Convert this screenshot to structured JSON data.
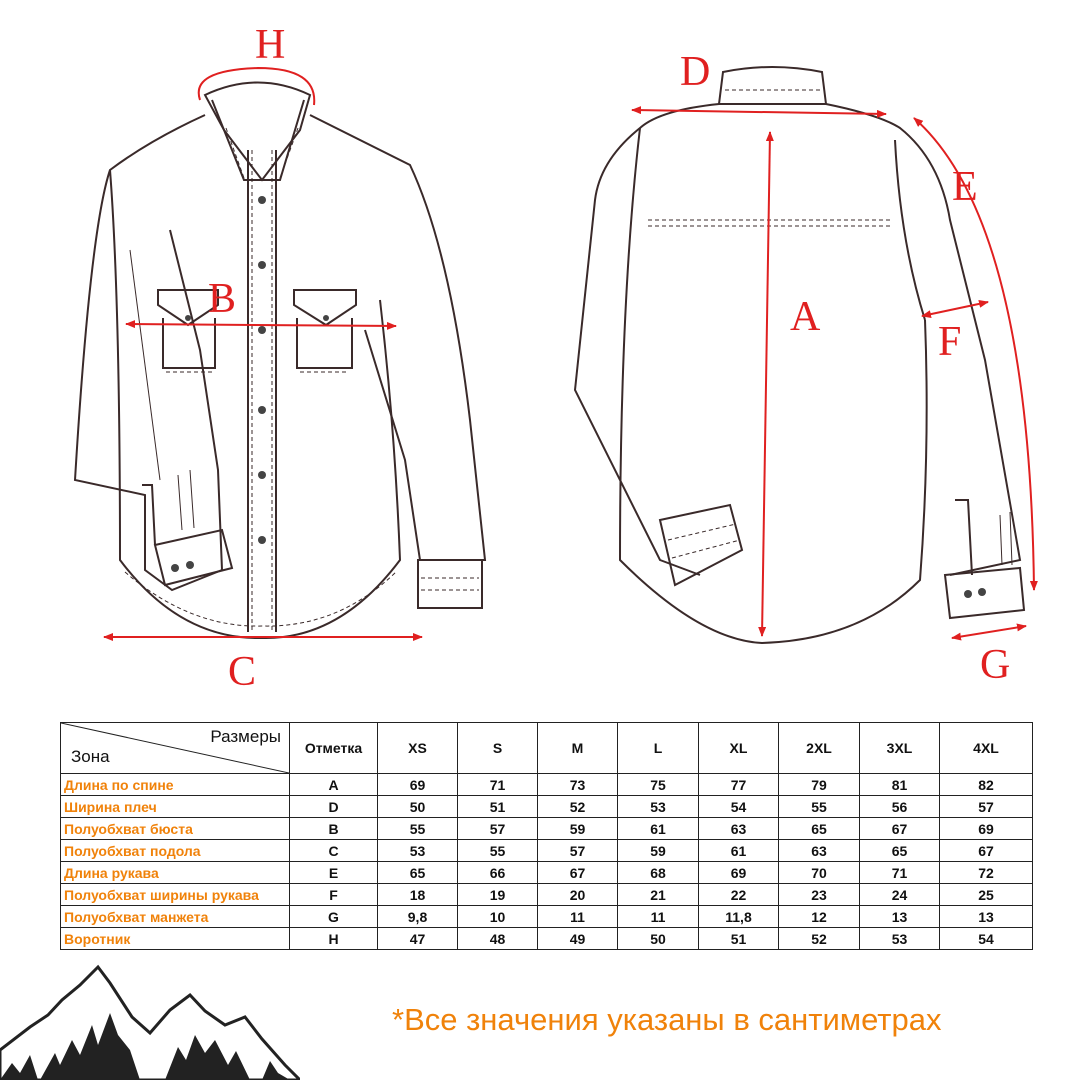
{
  "diagram": {
    "labels": {
      "H": "H",
      "D": "D",
      "E": "E",
      "B": "B",
      "A": "A",
      "F": "F",
      "C": "C",
      "G": "G"
    },
    "accent_color": "#e02020"
  },
  "table": {
    "corner_top": "Размеры",
    "corner_bottom": "Зона",
    "mark_header": "Отметка",
    "sizes": [
      "XS",
      "S",
      "M",
      "L",
      "XL",
      "2XL",
      "3XL",
      "4XL"
    ],
    "rows": [
      {
        "zone": "Длина по спине",
        "mark": "A",
        "values": [
          "69",
          "71",
          "73",
          "75",
          "77",
          "79",
          "81",
          "82"
        ]
      },
      {
        "zone": "Ширина плеч",
        "mark": "D",
        "values": [
          "50",
          "51",
          "52",
          "53",
          "54",
          "55",
          "56",
          "57"
        ]
      },
      {
        "zone": "Полуобхват бюста",
        "mark": "B",
        "values": [
          "55",
          "57",
          "59",
          "61",
          "63",
          "65",
          "67",
          "69"
        ]
      },
      {
        "zone": "Полуобхват подола",
        "mark": "C",
        "values": [
          "53",
          "55",
          "57",
          "59",
          "61",
          "63",
          "65",
          "67"
        ]
      },
      {
        "zone": "Длина рукава",
        "mark": "E",
        "values": [
          "65",
          "66",
          "67",
          "68",
          "69",
          "70",
          "71",
          "72"
        ]
      },
      {
        "zone": "Полуобхват ширины рукава",
        "mark": "F",
        "values": [
          "18",
          "19",
          "20",
          "21",
          "22",
          "23",
          "24",
          "25"
        ]
      },
      {
        "zone": "Полуобхват манжета",
        "mark": "G",
        "values": [
          "9,8",
          "10",
          "11",
          "11",
          "11,8",
          "12",
          "13",
          "13"
        ]
      },
      {
        "zone": "Воротник",
        "mark": "H",
        "values": [
          "47",
          "48",
          "49",
          "50",
          "51",
          "52",
          "53",
          "54"
        ]
      }
    ],
    "zone_color": "#f0820a"
  },
  "footer": {
    "note": "*Все значения указаны в сантиметрах",
    "color": "#f0820a"
  },
  "icons": {
    "logo": "mountains-icon"
  }
}
